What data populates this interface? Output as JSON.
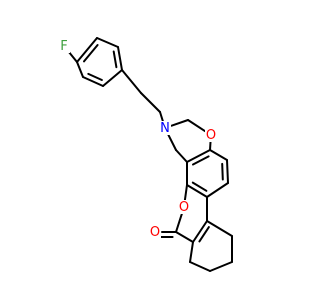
{
  "molecule": {
    "colors": {
      "bond": "#000000",
      "background": "#ffffff",
      "O": "#ff0000",
      "N": "#0000ff",
      "F": "#3fa03f"
    },
    "atoms": [
      {
        "id": "F",
        "symbol": "F",
        "label": "F"
      },
      {
        "id": "a1",
        "symbol": "C"
      },
      {
        "id": "a2",
        "symbol": "C"
      },
      {
        "id": "a3",
        "symbol": "C"
      },
      {
        "id": "a4",
        "symbol": "C"
      },
      {
        "id": "a5",
        "symbol": "C"
      },
      {
        "id": "a6",
        "symbol": "C"
      },
      {
        "id": "c1",
        "symbol": "C"
      },
      {
        "id": "c2",
        "symbol": "C"
      },
      {
        "id": "N",
        "symbol": "N",
        "label": "N"
      },
      {
        "id": "c3",
        "symbol": "C"
      },
      {
        "id": "O1",
        "symbol": "O",
        "label": "O"
      },
      {
        "id": "b1",
        "symbol": "C"
      },
      {
        "id": "b2",
        "symbol": "C"
      },
      {
        "id": "b3",
        "symbol": "C"
      },
      {
        "id": "b4",
        "symbol": "C"
      },
      {
        "id": "b5",
        "symbol": "C"
      },
      {
        "id": "b6",
        "symbol": "C"
      },
      {
        "id": "c4",
        "symbol": "C"
      },
      {
        "id": "O2",
        "symbol": "O",
        "label": "O"
      },
      {
        "id": "c5",
        "symbol": "C"
      },
      {
        "id": "O3",
        "symbol": "O",
        "label": "O"
      },
      {
        "id": "c6",
        "symbol": "C"
      },
      {
        "id": "c7",
        "symbol": "C"
      },
      {
        "id": "r1",
        "symbol": "C"
      },
      {
        "id": "r2",
        "symbol": "C"
      },
      {
        "id": "r3",
        "symbol": "C"
      },
      {
        "id": "r4",
        "symbol": "C"
      }
    ],
    "bonds": [
      {
        "from": "F",
        "to": "a1",
        "order": 1
      },
      {
        "from": "a1",
        "to": "a2",
        "order": 2
      },
      {
        "from": "a2",
        "to": "a3",
        "order": 1
      },
      {
        "from": "a3",
        "to": "a4",
        "order": 2
      },
      {
        "from": "a4",
        "to": "a5",
        "order": 1
      },
      {
        "from": "a5",
        "to": "a6",
        "order": 2
      },
      {
        "from": "a6",
        "to": "a1",
        "order": 1
      },
      {
        "from": "a4",
        "to": "c1",
        "order": 1
      },
      {
        "from": "c1",
        "to": "c2",
        "order": 1
      },
      {
        "from": "c2",
        "to": "N",
        "order": 1
      },
      {
        "from": "N",
        "to": "c3",
        "order": 1
      },
      {
        "from": "c3",
        "to": "O1",
        "order": 1
      },
      {
        "from": "O1",
        "to": "b1",
        "order": 1
      },
      {
        "from": "N",
        "to": "c4",
        "order": 1
      },
      {
        "from": "c4",
        "to": "b6",
        "order": 1
      },
      {
        "from": "b1",
        "to": "b2",
        "order": 1
      },
      {
        "from": "b2",
        "to": "b3",
        "order": 2
      },
      {
        "from": "b3",
        "to": "b4",
        "order": 1
      },
      {
        "from": "b4",
        "to": "b5",
        "order": 2
      },
      {
        "from": "b5",
        "to": "b6",
        "order": 1
      },
      {
        "from": "b6",
        "to": "b1",
        "order": 2
      },
      {
        "from": "b5",
        "to": "O2",
        "order": 1
      },
      {
        "from": "O2",
        "to": "c5",
        "order": 1
      },
      {
        "from": "c5",
        "to": "O3",
        "order": 2
      },
      {
        "from": "c5",
        "to": "c6",
        "order": 1
      },
      {
        "from": "c6",
        "to": "c7",
        "order": 2
      },
      {
        "from": "c7",
        "to": "b4",
        "order": 1
      },
      {
        "from": "c6",
        "to": "r1",
        "order": 1
      },
      {
        "from": "r1",
        "to": "r2",
        "order": 1
      },
      {
        "from": "r2",
        "to": "r3",
        "order": 1
      },
      {
        "from": "r3",
        "to": "r4",
        "order": 1
      },
      {
        "from": "r4",
        "to": "c7",
        "order": 1
      }
    ]
  }
}
